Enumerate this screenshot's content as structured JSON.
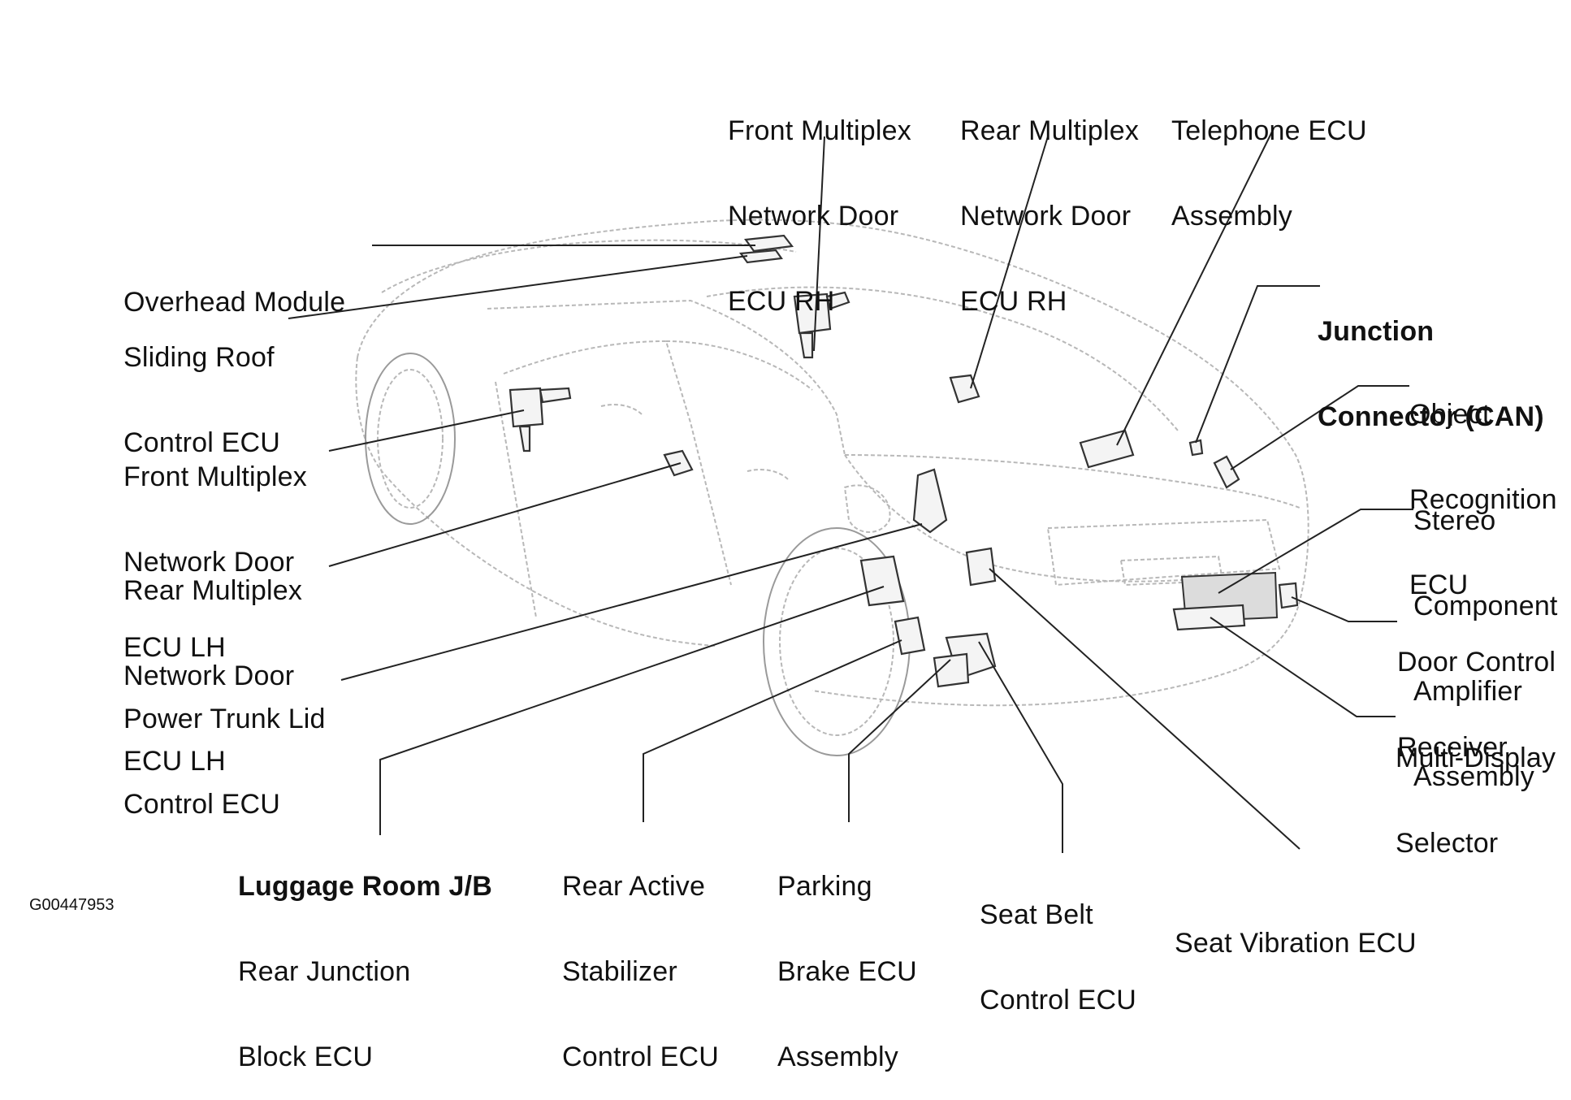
{
  "diagram": {
    "figure_code": "G00447953",
    "labels": {
      "front_door_rh": [
        "Front Multiplex",
        "Network Door",
        "ECU RH"
      ],
      "rear_door_rh": [
        "Rear Multiplex",
        "Network Door",
        "ECU RH"
      ],
      "telephone": [
        "Telephone ECU",
        "Assembly"
      ],
      "overhead": [
        "Overhead Module"
      ],
      "sliding_roof": [
        "Sliding Roof",
        "Control ECU"
      ],
      "junction_connector": [
        "Junction",
        "Connector (CAN)"
      ],
      "object_recognition": [
        "Object",
        "Recognition",
        "ECU"
      ],
      "front_door_lh": [
        "Front Multiplex",
        "Network Door",
        "ECU LH"
      ],
      "stereo": [
        "Stereo",
        "Component",
        "Amplifier",
        "Assembly"
      ],
      "rear_door_lh": [
        "Rear Multiplex",
        "Network Door",
        "ECU LH"
      ],
      "door_control": [
        "Door Control",
        "Receiver"
      ],
      "power_trunk": [
        "Power Trunk Lid",
        "Control ECU"
      ],
      "multi_display": [
        "Multi-Display",
        "Selector"
      ],
      "luggage_title": "Luggage Room J/B",
      "luggage": [
        "Rear Junction",
        "Block ECU"
      ],
      "rear_stabilizer": [
        "Rear Active",
        "Stabilizer",
        "Control ECU"
      ],
      "parking_brake": [
        "Parking",
        "Brake ECU",
        "Assembly"
      ],
      "seat_belt": [
        "Seat Belt",
        "Control ECU"
      ],
      "seat_vibration": [
        "Seat Vibration ECU"
      ]
    }
  }
}
